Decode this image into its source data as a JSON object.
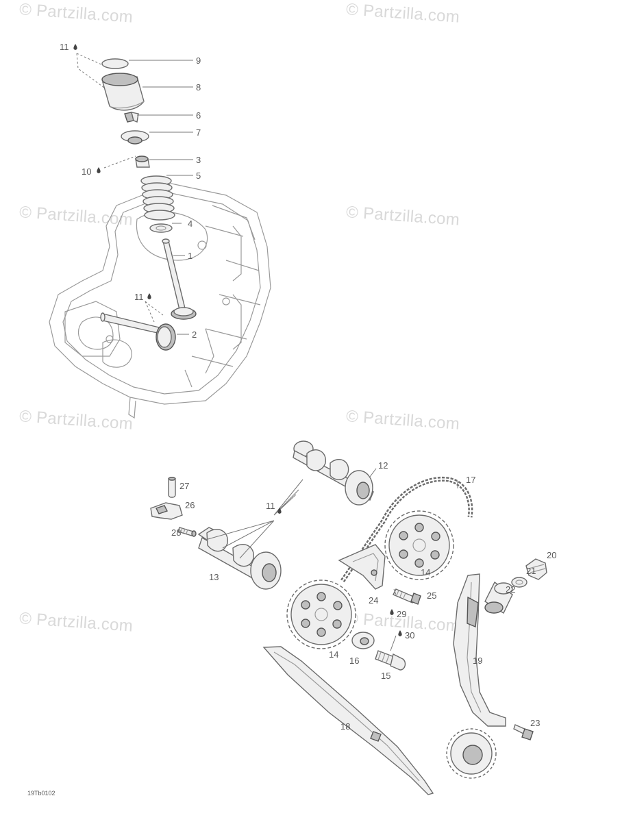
{
  "watermark": "© Partzilla.com",
  "drawing_code": "19Tb0102",
  "callouts": {
    "c1": "1",
    "c2": "2",
    "c3": "3",
    "c4": "4",
    "c5": "5",
    "c6": "6",
    "c7": "7",
    "c8": "8",
    "c9": "9",
    "c10": "10",
    "c11a": "11",
    "c11b": "11",
    "c11c": "11",
    "c12": "12",
    "c13": "13",
    "c14a": "14",
    "c14b": "14",
    "c15": "15",
    "c16": "16",
    "c17": "17",
    "c18": "18",
    "c19": "19",
    "c20": "20",
    "c21": "21",
    "c22": "22",
    "c23": "23",
    "c24": "24",
    "c25": "25",
    "c26": "26",
    "c27": "27",
    "c28": "28",
    "c29": "29",
    "c30": "30"
  }
}
